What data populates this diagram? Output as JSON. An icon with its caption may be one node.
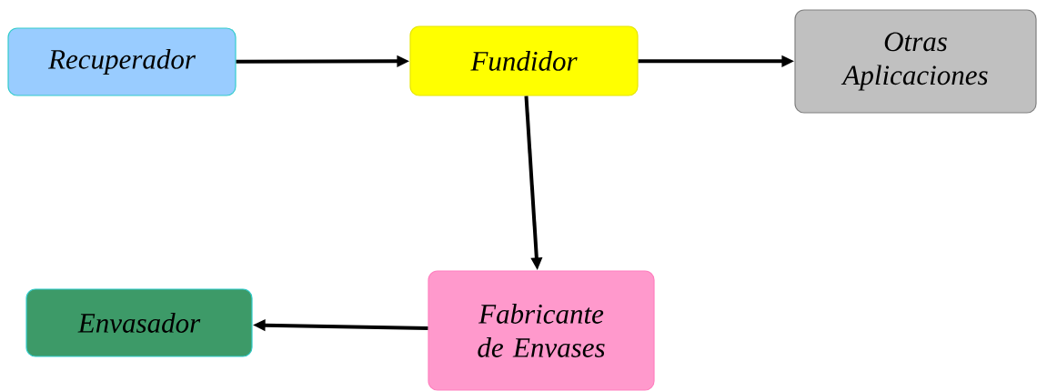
{
  "diagram": {
    "nodes": [
      {
        "text": [
          "Recuperador"
        ]
      },
      {
        "text": [
          "Fundidor"
        ]
      },
      {
        "text": [
          "Otras Aplicaciones"
        ]
      },
      {
        "text": [
          "Fabricante de Envases"
        ]
      },
      {
        "text": [
          "Envasador"
        ]
      }
    ],
    "edges": [
      {
        "from": 0,
        "to": 1,
        "arrow": "to"
      },
      {
        "from": 1,
        "to": 2,
        "arrow": "to"
      },
      {
        "from": 1,
        "to": 3,
        "arrow": "to"
      },
      {
        "from": 3,
        "to": 4,
        "arrow": "to"
      }
    ]
  }
}
